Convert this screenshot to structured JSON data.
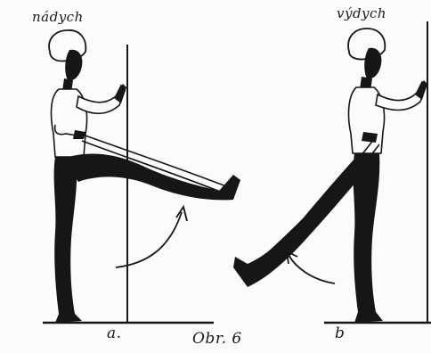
{
  "labels": {
    "inhale": "nádych",
    "exhale": "výdych",
    "panel_a": "a.",
    "panel_b": "b",
    "caption": "Obr. 6"
  },
  "colors": {
    "ink": "#161616",
    "paper": "#fbfbf9"
  }
}
